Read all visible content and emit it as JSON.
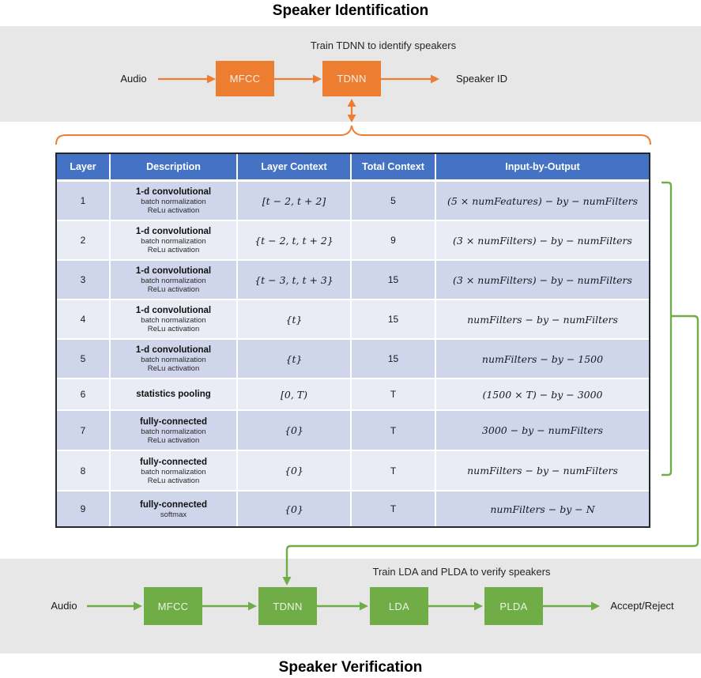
{
  "titles": {
    "top": "Speaker Identification",
    "bottom": "Speaker Verification"
  },
  "colors": {
    "orange_accent": "#ED7D31",
    "green_accent": "#70AD47",
    "table_header_blue": "#4472C4",
    "band_gray": "#E7E7E7",
    "row_band_dark": "#CFD5EA",
    "row_band_light": "#E9EBF5"
  },
  "flow_identification": {
    "caption": "Train TDNN to identify speakers",
    "input_label": "Audio",
    "boxes": [
      "MFCC",
      "TDNN"
    ],
    "output_label": "Speaker ID"
  },
  "flow_verification": {
    "caption": "Train LDA and PLDA to verify speakers",
    "input_label": "Audio",
    "boxes": [
      "MFCC",
      "TDNN",
      "LDA",
      "PLDA"
    ],
    "output_label": "Accept/Reject"
  },
  "table": {
    "headers": [
      "Layer",
      "Description",
      "Layer Context",
      "Total Context",
      "Input-by-Output"
    ],
    "rows": [
      {
        "layer": "1",
        "desc": [
          "1-d convolutional",
          "batch normalization",
          "ReLu activation"
        ],
        "layer_context": "[t − 2, t + 2]",
        "total_context": "5",
        "input_by_output": "(5 × numFeatures) − by − numFilters"
      },
      {
        "layer": "2",
        "desc": [
          "1-d convolutional",
          "batch normalization",
          "ReLu activation"
        ],
        "layer_context": "{t − 2, t, t + 2}",
        "total_context": "9",
        "input_by_output": "(3 × numFilters) − by − numFilters"
      },
      {
        "layer": "3",
        "desc": [
          "1-d convolutional",
          "batch normalization",
          "ReLu activation"
        ],
        "layer_context": "{t − 3, t, t + 3}",
        "total_context": "15",
        "input_by_output": "(3 × numFilters) − by − numFilters"
      },
      {
        "layer": "4",
        "desc": [
          "1-d convolutional",
          "batch normalization",
          "ReLu activation"
        ],
        "layer_context": "{t}",
        "total_context": "15",
        "input_by_output": "numFilters − by − numFilters"
      },
      {
        "layer": "5",
        "desc": [
          "1-d convolutional",
          "batch normalization",
          "ReLu activation"
        ],
        "layer_context": "{t}",
        "total_context": "15",
        "input_by_output": "numFilters − by − 1500"
      },
      {
        "layer": "6",
        "desc": [
          "statistics pooling"
        ],
        "layer_context": "[0, T)",
        "total_context": "T",
        "input_by_output": "(1500 × T) − by − 3000"
      },
      {
        "layer": "7",
        "desc": [
          "fully-connected",
          "batch normalization",
          "ReLu activation"
        ],
        "layer_context": "{0}",
        "total_context": "T",
        "input_by_output": "3000 − by − numFilters"
      },
      {
        "layer": "8",
        "desc": [
          "fully-connected",
          "batch normalization",
          "ReLu activation"
        ],
        "layer_context": "{0}",
        "total_context": "T",
        "input_by_output": "numFilters − by − numFilters"
      },
      {
        "layer": "9",
        "desc": [
          "fully-connected",
          "softmax"
        ],
        "layer_context": "{0}",
        "total_context": "T",
        "input_by_output": "numFilters − by − N"
      }
    ]
  }
}
